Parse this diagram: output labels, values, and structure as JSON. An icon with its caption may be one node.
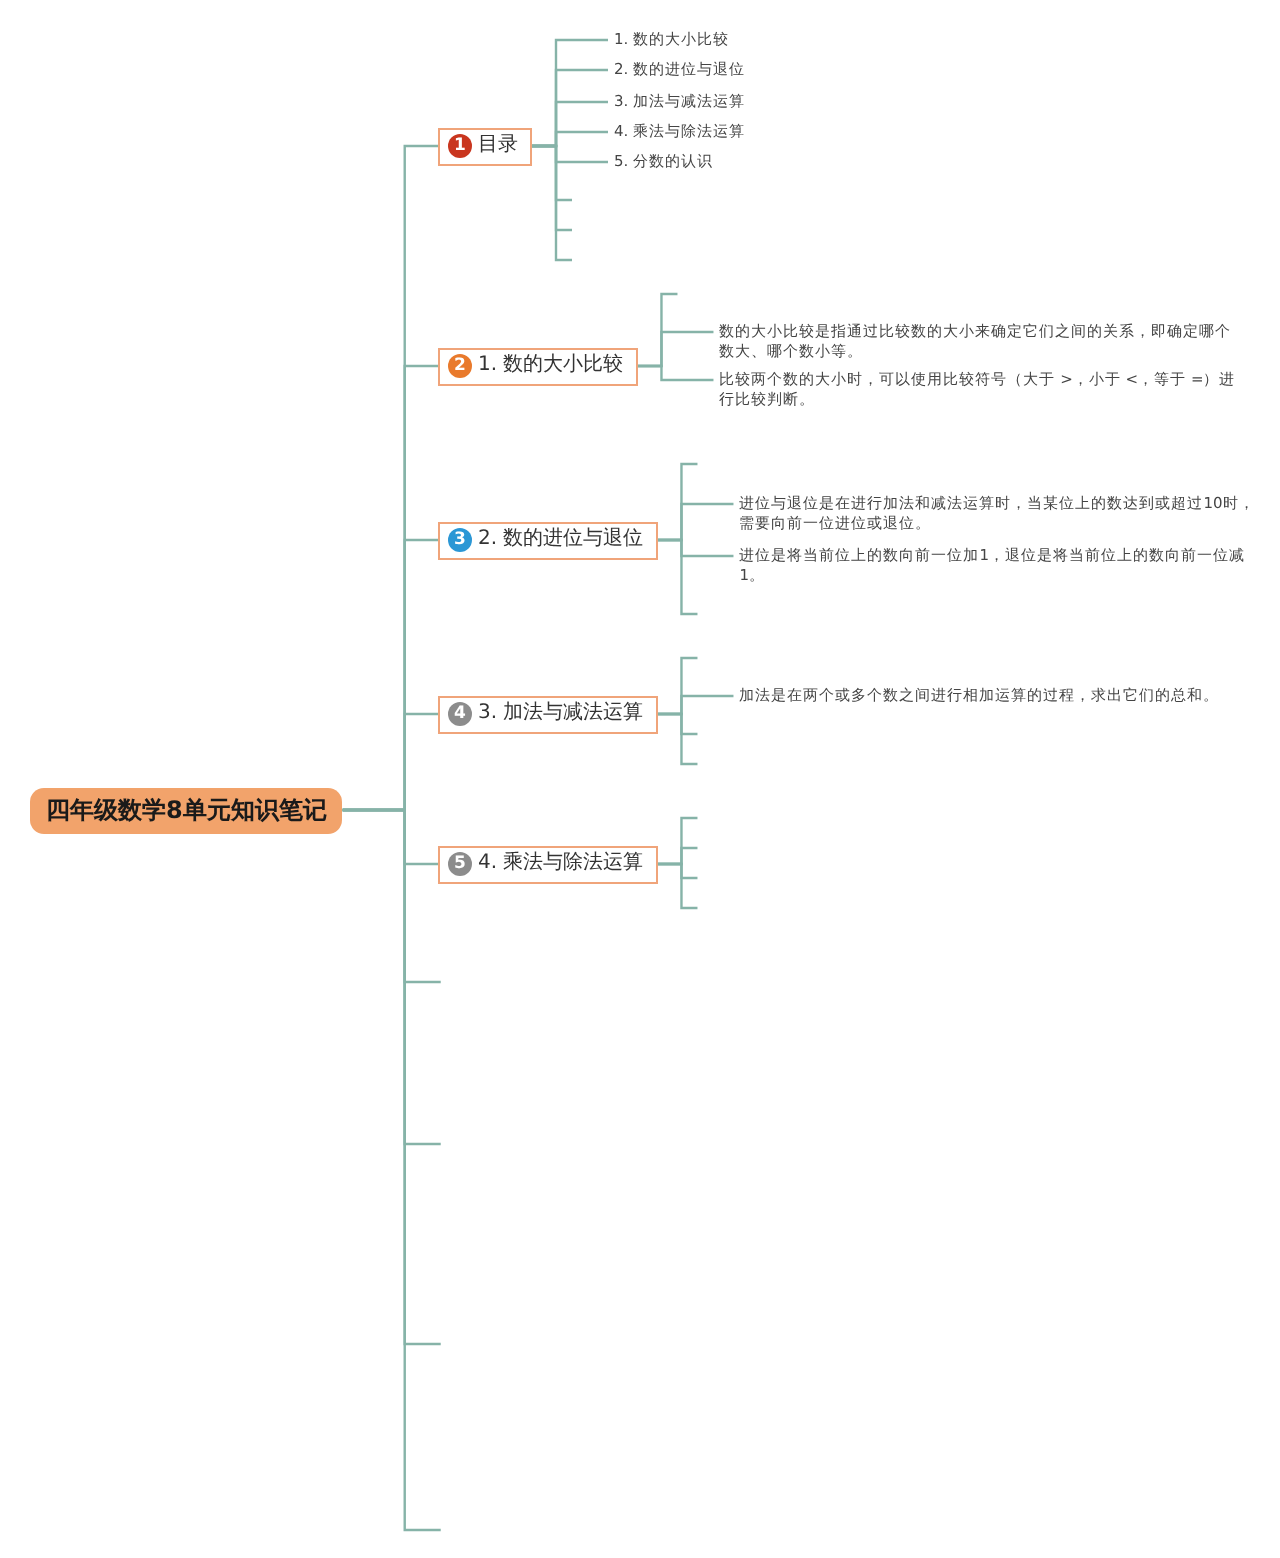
{
  "diagram": {
    "nodes": [
      {
        "text": [
          "四年级数学8单元知识笔记"
        ]
      },
      {
        "text": [
          "1",
          "目录"
        ]
      },
      {
        "text": [
          "2",
          "1. 数的大小比较"
        ]
      },
      {
        "text": [
          "3",
          "2. 数的进位与退位"
        ]
      },
      {
        "text": [
          "4",
          "3. 加法与减法运算"
        ]
      },
      {
        "text": [
          "5",
          "4. 乘法与除法运算"
        ]
      },
      {
        "text": [
          "1. 数的大小比较"
        ]
      },
      {
        "text": [
          "2. 数的进位与退位"
        ]
      },
      {
        "text": [
          "3. 加法与减法运算"
        ]
      },
      {
        "text": [
          "4. 乘法与除法运算"
        ]
      },
      {
        "text": [
          "5. 分数的认识"
        ]
      },
      {
        "text": [
          "数的大小比较是指通过比较数的大小来确定它们之间的关系，即确定哪个数大、哪个数小等。"
        ]
      },
      {
        "text": [
          "比较两个数的大小时，可以使用比较符号（大于 >，小于 <，等于 =）进行比较判断。"
        ]
      },
      {
        "text": [
          "进位与退位是在进行加法和减法运算时，当某位上的数达到或超过10时，需要向前一位进位或退位。"
        ]
      },
      {
        "text": [
          "进位是将当前位上的数向前一位加1，退位是将当前位上的数向前一位减1。"
        ]
      },
      {
        "text": [
          "加法是在两个或多个数之间进行相加运算的过程，求出它们的总和。"
        ]
      }
    ],
    "edges": [
      {
        "from": 0,
        "to": 1,
        "arrow": "none"
      },
      {
        "from": 0,
        "to": 2,
        "arrow": "none"
      },
      {
        "from": 0,
        "to": 3,
        "arrow": "none"
      },
      {
        "from": 0,
        "to": 4,
        "arrow": "none"
      },
      {
        "from": 0,
        "to": 5,
        "arrow": "none"
      },
      {
        "from": 0,
        "to": null,
        "arrow": "none"
      },
      {
        "from": 0,
        "to": null,
        "arrow": "none"
      },
      {
        "from": 0,
        "to": null,
        "arrow": "none"
      },
      {
        "from": 0,
        "to": null,
        "arrow": "none"
      },
      {
        "from": 1,
        "to": 6,
        "arrow": "none"
      },
      {
        "from": 1,
        "to": 7,
        "arrow": "none"
      },
      {
        "from": 1,
        "to": 8,
        "arrow": "none"
      },
      {
        "from": 1,
        "to": 9,
        "arrow": "none"
      },
      {
        "from": 1,
        "to": 10,
        "arrow": "none"
      },
      {
        "from": 1,
        "to": null,
        "arrow": "none"
      },
      {
        "from": 1,
        "to": null,
        "arrow": "none"
      },
      {
        "from": 1,
        "to": null,
        "arrow": "none"
      },
      {
        "from": 2,
        "to": null,
        "arrow": "none"
      },
      {
        "from": 2,
        "to": 11,
        "arrow": "none"
      },
      {
        "from": 2,
        "to": 12,
        "arrow": "none"
      },
      {
        "from": 3,
        "to": null,
        "arrow": "none"
      },
      {
        "from": 3,
        "to": 13,
        "arrow": "none"
      },
      {
        "from": 3,
        "to": 14,
        "arrow": "none"
      },
      {
        "from": 3,
        "to": null,
        "arrow": "none"
      },
      {
        "from": 4,
        "to": null,
        "arrow": "none"
      },
      {
        "from": 4,
        "to": 15,
        "arrow": "none"
      },
      {
        "from": 4,
        "to": null,
        "arrow": "none"
      },
      {
        "from": 4,
        "to": null,
        "arrow": "none"
      },
      {
        "from": 5,
        "to": null,
        "arrow": "none"
      },
      {
        "from": 5,
        "to": null,
        "arrow": "none"
      },
      {
        "from": 5,
        "to": null,
        "arrow": "none"
      },
      {
        "from": 5,
        "to": null,
        "arrow": "none"
      }
    ]
  }
}
